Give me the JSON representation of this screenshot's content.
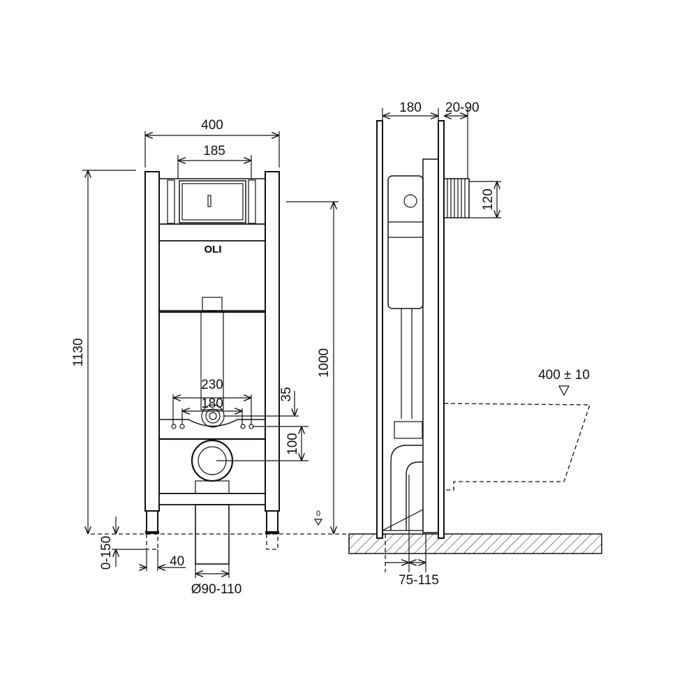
{
  "front_view": {
    "logo": "OLI",
    "dims": {
      "width": "400",
      "plate_width": "185",
      "height": "1130",
      "drain_height": "1000",
      "bolt_outer": "230",
      "bolt_inner": "180",
      "bolt_offset": "35",
      "drain_offset": "100",
      "zero_level": "0",
      "leg_adjust": "0-150",
      "leg_width": "40",
      "pipe_diameter": "Ø90-110"
    }
  },
  "side_view": {
    "dims": {
      "depth": "180",
      "wall_thickness": "20-90",
      "box_height": "120",
      "seat_height": "400 ± 10",
      "drain_distance": "75-115"
    }
  }
}
